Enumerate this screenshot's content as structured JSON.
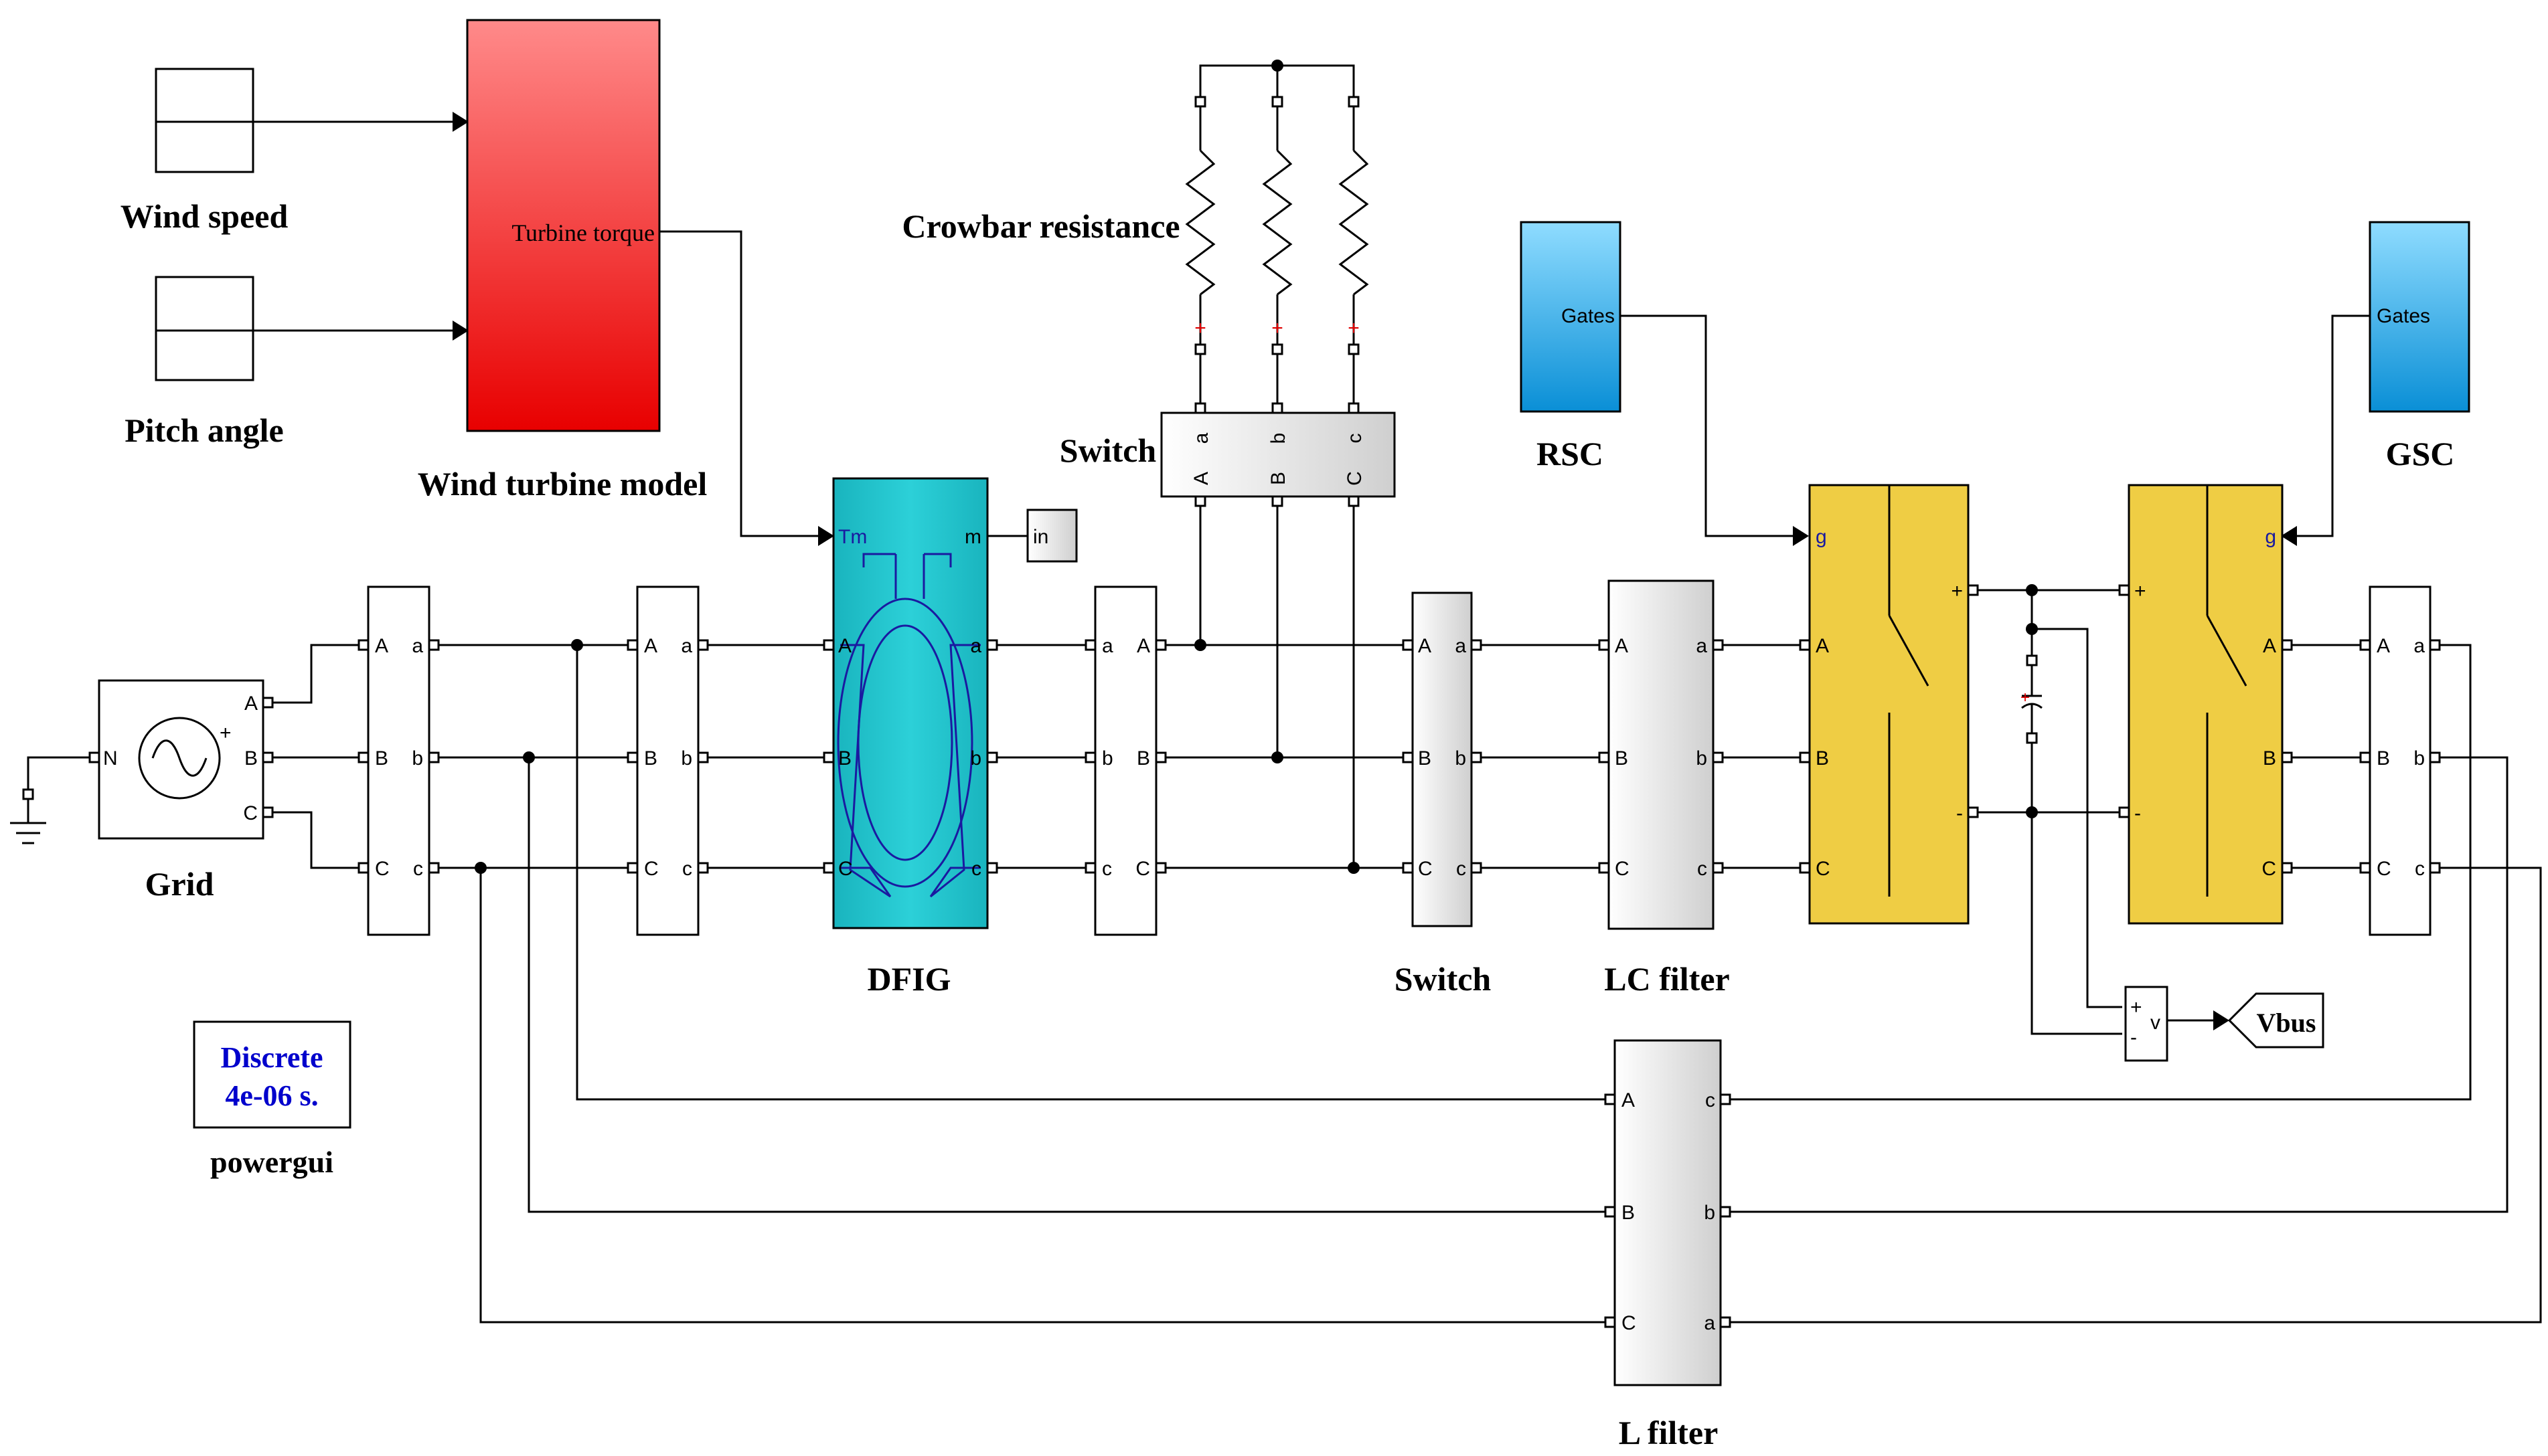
{
  "labels": {
    "wind_speed": "Wind speed",
    "pitch_angle": "Pitch angle",
    "wind_turbine_model": "Wind turbine model",
    "turbine_torque": "Turbine torque",
    "crowbar_resistance": "Crowbar resistance",
    "switch_top": "Switch",
    "rsc": "RSC",
    "gsc": "GSC",
    "gates": "Gates",
    "grid": "Grid",
    "dfig": "DFIG",
    "switch_mid": "Switch",
    "lc_filter": "LC filter",
    "l_filter": "L filter",
    "vbus": "Vbus",
    "in": "in",
    "powergui_line1": "Discrete",
    "powergui_line2": "4e-06 s.",
    "powergui": "powergui"
  },
  "ports": {
    "A": "A",
    "B": "B",
    "C": "C",
    "a": "a",
    "b": "b",
    "c": "c",
    "N": "N",
    "Tm": "Tm",
    "m": "m",
    "g": "g",
    "plus": "+",
    "minus": "-",
    "v": "v"
  },
  "colors": {
    "turbine": "#ff5a5a",
    "dfig": "#1ab9c4",
    "converter": "#efcd44",
    "gates": "#3db1e6",
    "powergui_text": "#0000cc",
    "dfig_lines": "#1a1aa0"
  }
}
